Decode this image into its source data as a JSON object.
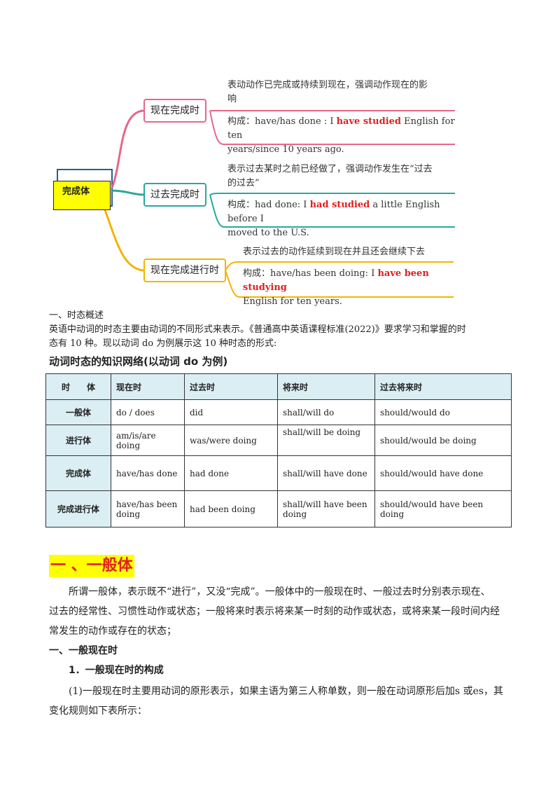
{
  "mindmap": {
    "root": "完成体",
    "branches": [
      {
        "label": "现在完成时",
        "color": "#e8668a",
        "desc_line1": "表动动作已完成或持续到现在，强调动作现在的影",
        "desc_line2": "响",
        "struct_prefix": "构成：have/has done : I ",
        "struct_hl": "have studied",
        "struct_rest": " English for ten",
        "struct_line2": "years/since 10 years ago."
      },
      {
        "label": "过去完成时",
        "color": "#2aa79e",
        "desc_line1": "表示过去某时之前已经做了，强调动作发生在“过去",
        "desc_line2": "的过去”",
        "struct_prefix": "构成：had done: I ",
        "struct_hl": "had studied",
        "struct_rest": " a little English before I",
        "struct_line2": "moved to the  U.S."
      },
      {
        "label": "现在完成进行时",
        "color": "#f4b400",
        "desc_line1": "表示过去的动作延续到现在并且还会继续下去",
        "struct_prefix": "构成：have/has been doing: I ",
        "struct_hl": "have been studying",
        "struct_line2": "English for ten years."
      }
    ]
  },
  "overview": {
    "heading": "一、时态概述",
    "line1": "英语中动词的时态主要由动词的不同形式来表示。《普通高中英语课程标准(2022)》要求学习和掌握的时",
    "line2": "态有 10 种。现以动词 do 为例展示这 10 种时态的形式:"
  },
  "network_title": "动词时态的知识网络(以动词 do 为例)",
  "table": {
    "headers": [
      "时　　体",
      "现在时",
      "过去时",
      "将来时",
      "过去将来时"
    ],
    "rows": [
      [
        "一般体",
        "do / does",
        "did",
        "shall/will do",
        "should/would do"
      ],
      [
        "进行体",
        "am/is/are doing",
        "was/were doing",
        "shall/will be doing",
        "should/would be doing"
      ],
      [
        "完成体",
        "have/has done",
        "had done",
        "shall/will have done",
        "should/would have done"
      ],
      [
        "完成进行体",
        "have/has been doing",
        "had been doing",
        "shall/will have been doing",
        "should/would have been doing"
      ]
    ]
  },
  "section": {
    "title": "一 、一般体",
    "para1_line1": "所谓一般体，表示既不“进行”，又没“完成”。一般体中的一般现在时、一般过去时分别表示现在、",
    "para1_line2": "过去的经常性、习惯性动作或状态；一般将来时表示将来某一时刻的动作或状态，或将来某一段时间内经",
    "para1_line3": "常发生的动作或存在的状态；",
    "sub1": "一、一般现在时",
    "sub2": "1．一般现在时的构成",
    "para2_line1": "(1)一般现在时主要用动词的原形表示，如果主语为第三人称单数，则一般在动词原形后加s 或es，其",
    "para2_line2": "变化规则如下表所示："
  }
}
